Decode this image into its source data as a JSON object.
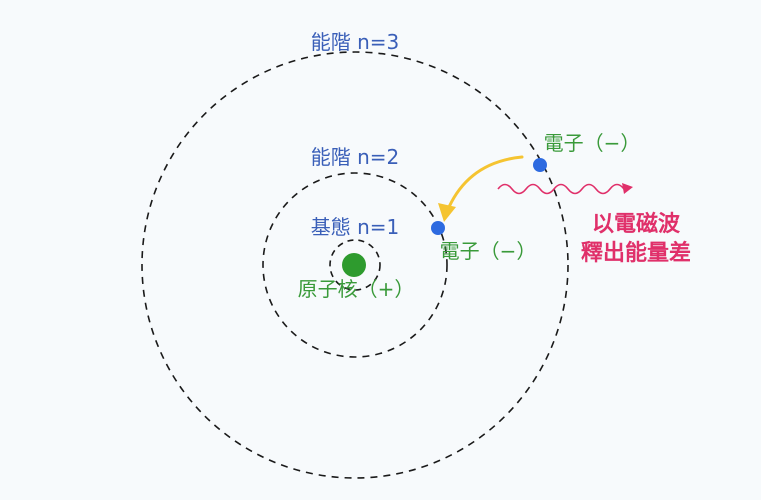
{
  "colors": {
    "background": "#f7fafc",
    "orbit": "#1a1a1a",
    "level_label": "#3a5fb8",
    "electron_label": "#3a9a3a",
    "electron": "#2d6ae0",
    "nucleus": "#2e9b2e",
    "transition_arrow": "#f5c431",
    "wave": "#e0306a",
    "emission_text": "#e0306a"
  },
  "labels": {
    "level_3": "能階 n=3",
    "level_2": "能階 n=2",
    "level_1": "基態 n=1",
    "nucleus": "原子核（+）",
    "electron_outer": "電子（−）",
    "electron_inner": "電子（−）",
    "emission_line1": "以電磁波",
    "emission_line2": "釋出能量差"
  },
  "icons": {
    "nucleus": "nucleus-dot-icon",
    "electron": "electron-dot-icon",
    "arrow": "curved-arrow-icon",
    "wave": "wavy-arrow-icon"
  }
}
